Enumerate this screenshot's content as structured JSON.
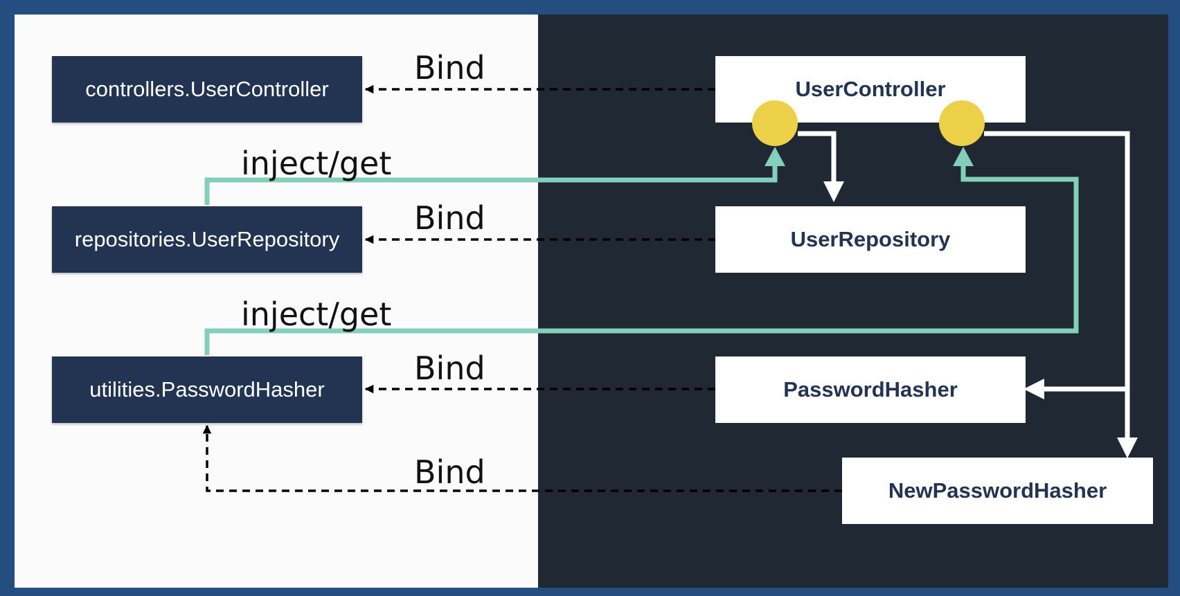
{
  "diagram": {
    "colors": {
      "frame": "#254e80",
      "left_panel": "#fbfbfb",
      "right_panel": "#1f2833",
      "left_box": "#233452",
      "right_box": "#ffffff",
      "inject_line": "#82cfbc",
      "dependency_port": "#ecd048",
      "bind_line": "#000000",
      "dependency_arrow": "#ffffff"
    },
    "left_boxes": {
      "controller": "controllers.UserController",
      "repository": "repositories.UserRepository",
      "hasher": "utilities.PasswordHasher"
    },
    "right_boxes": {
      "controller": "UserController",
      "repository": "UserRepository",
      "hasher": "PasswordHasher",
      "new_hasher": "NewPasswordHasher"
    },
    "labels": {
      "bind_controller": "Bind",
      "bind_repository": "Bind",
      "bind_hasher": "Bind",
      "bind_new_hasher": "Bind",
      "inject_repository": "inject/get",
      "inject_hasher": "inject/get"
    }
  }
}
